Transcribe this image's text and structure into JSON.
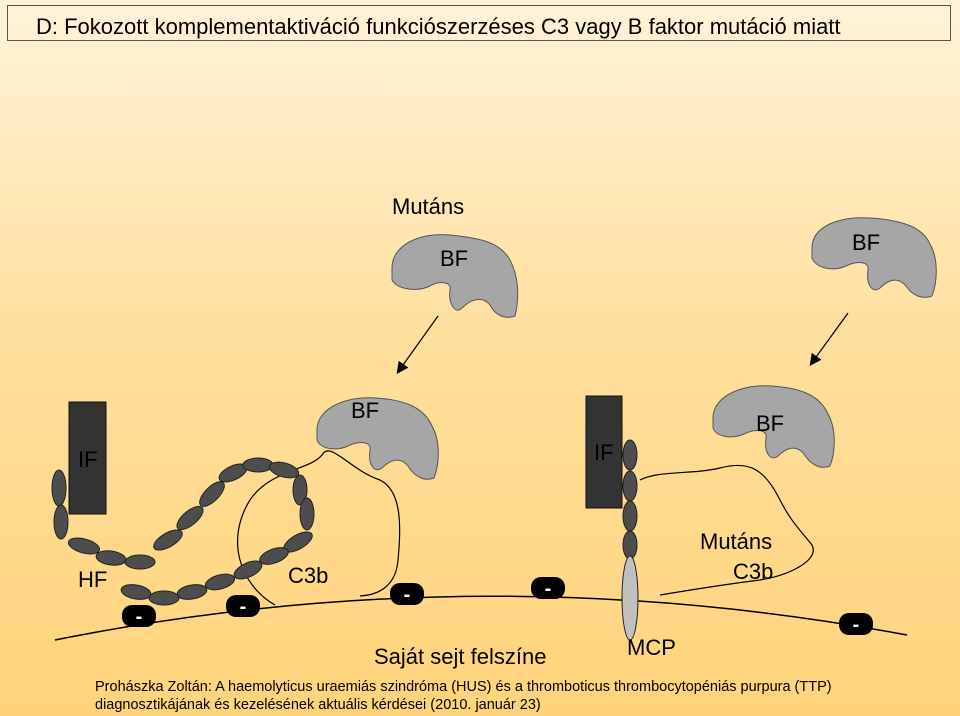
{
  "title": "D: Fokozott komplementaktiváció funkciószerzéses C3 vagy B faktor mutáció miatt",
  "labels": {
    "mutans_top": "Mutáns",
    "bf_mutant_top": "BF",
    "bf_top_right": "BF",
    "if_left": "IF",
    "bf_left": "BF",
    "if_right": "IF",
    "bf_right": "BF",
    "hf": "HF",
    "c3b_left": "C3b",
    "mutans_c3b_line1": "Mutáns",
    "mutans_c3b_line2": "C3b",
    "surface": "Saját sejt felszíne",
    "mcp": "MCP",
    "minus": "-"
  },
  "footer": {
    "author": "Prohászka Zoltán:",
    "line1_rest": " A haemolyticus uraemiás szindróma (HUS) és a thromboticus thrombocytopéniás purpura (TTP)",
    "line2": "diagnosztikájának és kezelésének aktuális kérdései (2010. január 23)"
  },
  "colors": {
    "bf_gray": "#a6a6a6",
    "if_dark": "#333333",
    "bead_dark": "#4d4d4d",
    "mcp_light": "#c0c0c0"
  }
}
